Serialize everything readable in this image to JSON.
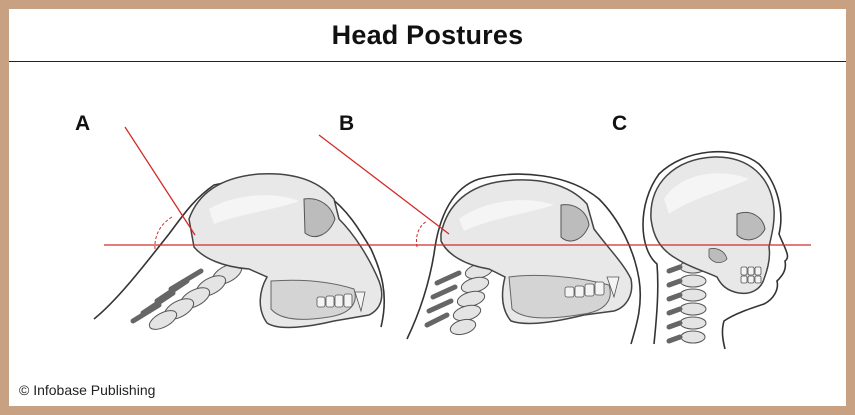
{
  "title": "Head Postures",
  "panels": [
    {
      "label": "A",
      "subject": "ape-skull-sloped"
    },
    {
      "label": "B",
      "subject": "ape-skull-intermediate"
    },
    {
      "label": "C",
      "subject": "human-skull-upright"
    }
  ],
  "credit": "© Infobase Publishing",
  "colors": {
    "border": "#c8a182",
    "reference_line": "#d42a2a",
    "bone_fill": "#e6e6e6",
    "bone_shadow": "#bdbdbd",
    "outline": "#333333"
  }
}
